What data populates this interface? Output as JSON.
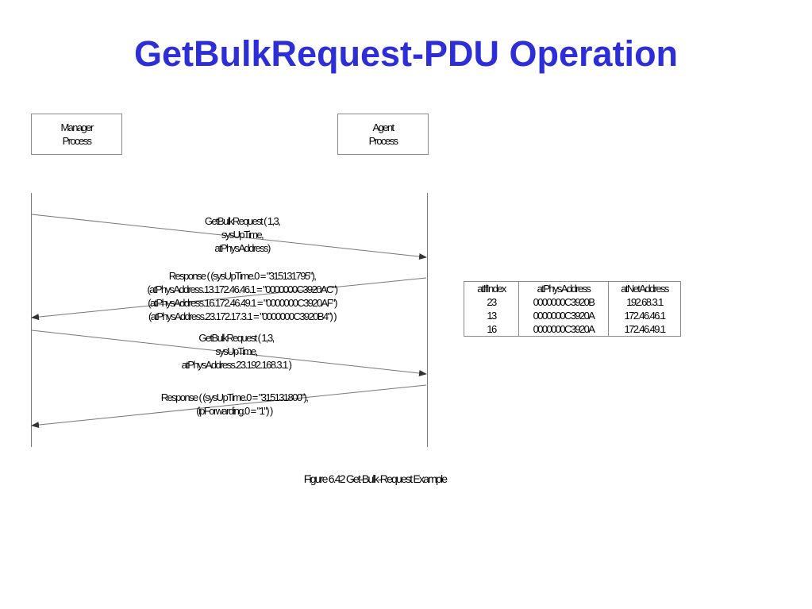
{
  "title": "GetBulkRequest-PDU Operation",
  "manager": {
    "line1": "Manager",
    "line2": "Process"
  },
  "agent": {
    "line1": "Agent",
    "line2": "Process"
  },
  "messages": [
    {
      "lines": [
        "GetBulkRequest ( 1,3,",
        "sysUpTime,",
        "atPhysAddress)"
      ]
    },
    {
      "lines": [
        "Response ( (sysUpTime.0 = \"315131795\"),",
        "(atPhysAddress.13.172.46.46.1 = \"0000000C3920AC\")",
        "(atPhysAddress.16.172.46.49.1 = \"0000000C3920AF\")",
        "(atPhysAddress.23.172.17.3.1 = \"0000000C3920B4\") )"
      ]
    },
    {
      "lines": [
        "GetBulkRequest ( 1,3,",
        "sysUpTime,",
        "atPhysAddress.23.192.168.3.1 )"
      ]
    },
    {
      "lines": [
        "Response ( (sysUpTime.0 = \"315131800\"),",
        "(ipForwarding.0 = \"1\") )"
      ]
    }
  ],
  "table": {
    "headers": [
      "atIfIndex",
      "atPhysAddress",
      "atNetAddress"
    ],
    "rows": [
      [
        "23",
        "0000000C3920B",
        "192.68.3.1"
      ],
      [
        "13",
        "0000000C3920A",
        "172.46.46.1"
      ],
      [
        "16",
        "0000000C3920A",
        "172.46.49.1"
      ]
    ]
  },
  "caption": "Figure 6.42 Get-Bulk-Request Example"
}
